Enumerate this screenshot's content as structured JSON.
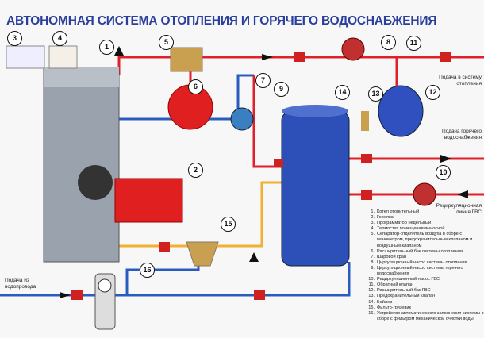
{
  "title": "АВТОНОМНАЯ СИСТЕМА ОТОПЛЕНИЯ И ГОРЯЧЕГО ВОДОСНАБЖЕНИЯ",
  "labels": {
    "heating_supply": "Подача в систему отопления",
    "hot_water_supply": "Подача горячего водоснабжения",
    "recirculation_line": "Рециркуляционная линия ГВС",
    "water_main": "Подача из водопровода"
  },
  "legend": [
    {
      "n": "1.",
      "text": "Котел отопительный"
    },
    {
      "n": "2.",
      "text": "Горелка"
    },
    {
      "n": "3.",
      "text": "Программатор недельный"
    },
    {
      "n": "4.",
      "text": "Термостат помещения выносной"
    },
    {
      "n": "5.",
      "text": "Сепаратор-отделитель воздуха в сборе с манометром, предохранительным клапаном и воздушным клапаном"
    },
    {
      "n": "6.",
      "text": "Расширительный бак системы отопления"
    },
    {
      "n": "7.",
      "text": "Шаровой кран"
    },
    {
      "n": "8.",
      "text": "Циркуляционный насос системы отопления"
    },
    {
      "n": "9.",
      "text": "Циркуляционный насос системы горячего водоснабжения"
    },
    {
      "n": "10.",
      "text": "Рециркуляционный насос ГВС"
    },
    {
      "n": "11.",
      "text": "Обратный клапан"
    },
    {
      "n": "12.",
      "text": "Расширительный бак ГВС"
    },
    {
      "n": "13.",
      "text": "Предохранительный клапан"
    },
    {
      "n": "14.",
      "text": "Бойлер"
    },
    {
      "n": "15.",
      "text": "Фильтр-грязевик"
    },
    {
      "n": "16.",
      "text": "Устройство автоматического заполнения системы в сборе с фильтром механической очистки воды"
    }
  ],
  "markers": [
    "1",
    "2",
    "3",
    "4",
    "5",
    "6",
    "7",
    "8",
    "9",
    "10",
    "11",
    "12",
    "13",
    "14",
    "15",
    "16"
  ],
  "colors": {
    "title": "#2a3f9c",
    "hot_pipe": "#e0202a",
    "cold_pipe": "#2a5cc0",
    "yellow_pipe": "#f0b030"
  }
}
